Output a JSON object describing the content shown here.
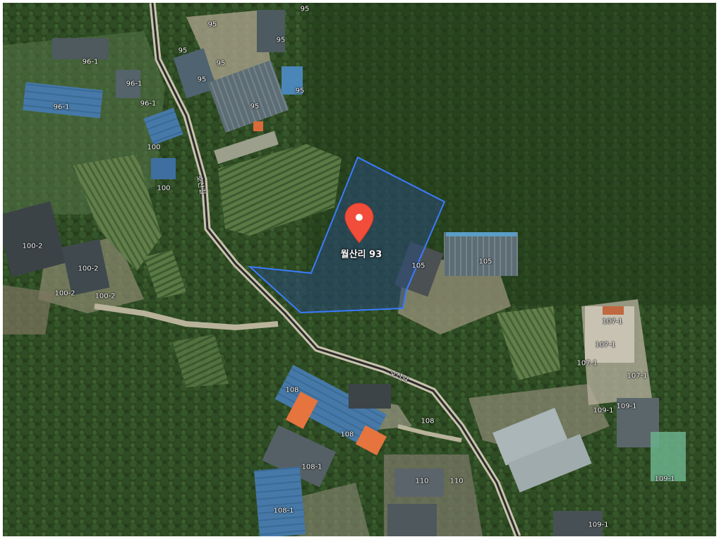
{
  "map": {
    "selected_parcel": {
      "label": "월산리 93",
      "highlight_color": "#3a7bff"
    },
    "marker_icon": "map-pin-icon",
    "marker_color": "#f24d3a",
    "road_labels": [
      {
        "id": "road-top",
        "text": "호산길"
      },
      {
        "id": "road-bottom",
        "text": "호산길"
      }
    ],
    "lot_labels": [
      {
        "id": "l1",
        "text": "95"
      },
      {
        "id": "l2",
        "text": "95"
      },
      {
        "id": "l3",
        "text": "95"
      },
      {
        "id": "l4",
        "text": "95"
      },
      {
        "id": "l5",
        "text": "95"
      },
      {
        "id": "l6",
        "text": "95"
      },
      {
        "id": "l7",
        "text": "95"
      },
      {
        "id": "l8",
        "text": "95"
      },
      {
        "id": "l9",
        "text": "96-1"
      },
      {
        "id": "l10",
        "text": "96-1"
      },
      {
        "id": "l11",
        "text": "96-1"
      },
      {
        "id": "l12",
        "text": "96-1"
      },
      {
        "id": "l13",
        "text": "100"
      },
      {
        "id": "l14",
        "text": "100"
      },
      {
        "id": "l15",
        "text": "100-2"
      },
      {
        "id": "l16",
        "text": "100-2"
      },
      {
        "id": "l17",
        "text": "100-2"
      },
      {
        "id": "l18",
        "text": "100-2"
      },
      {
        "id": "l19",
        "text": "105"
      },
      {
        "id": "l20",
        "text": "105"
      },
      {
        "id": "l21",
        "text": "107-1"
      },
      {
        "id": "l22",
        "text": "107-1"
      },
      {
        "id": "l23",
        "text": "107-1"
      },
      {
        "id": "l24",
        "text": "107-1"
      },
      {
        "id": "l25",
        "text": "108"
      },
      {
        "id": "l26",
        "text": "108"
      },
      {
        "id": "l27",
        "text": "108"
      },
      {
        "id": "l28",
        "text": "108-1"
      },
      {
        "id": "l29",
        "text": "108-1"
      },
      {
        "id": "l30",
        "text": "109-1"
      },
      {
        "id": "l31",
        "text": "109-1"
      },
      {
        "id": "l32",
        "text": "109-1"
      },
      {
        "id": "l33",
        "text": "109-1"
      },
      {
        "id": "l34",
        "text": "110"
      },
      {
        "id": "l35",
        "text": "110"
      }
    ]
  }
}
